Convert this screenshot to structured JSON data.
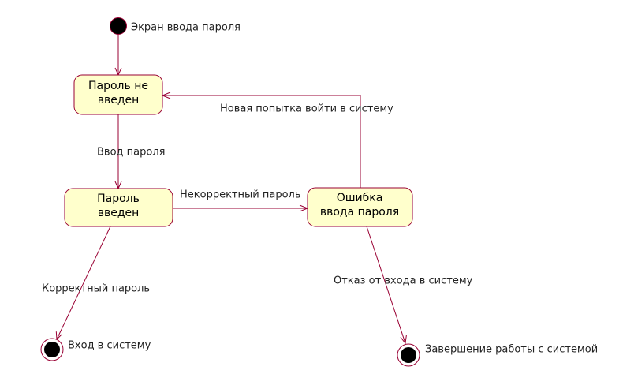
{
  "colors": {
    "stroke": "#990033",
    "state_fill": "#ffffcc",
    "node_fill": "#000000"
  },
  "initial": {
    "label": "Экран ввода пароля"
  },
  "states": {
    "not_entered": {
      "line1": "Пароль не",
      "line2": "введен"
    },
    "entered": {
      "line1": "Пароль",
      "line2": "введен"
    },
    "error": {
      "line1": "Ошибка",
      "line2": "ввода пароля"
    }
  },
  "transitions": {
    "enter_password": "Ввод пароля",
    "incorrect_password": "Некорректный пароль",
    "retry_login": "Новая попытка войти в систему",
    "correct_password": "Корректный пароль",
    "refuse_login": "Отказ от входа в систему"
  },
  "finals": {
    "login": "Вход в систему",
    "shutdown": "Завершение работы с системой"
  }
}
